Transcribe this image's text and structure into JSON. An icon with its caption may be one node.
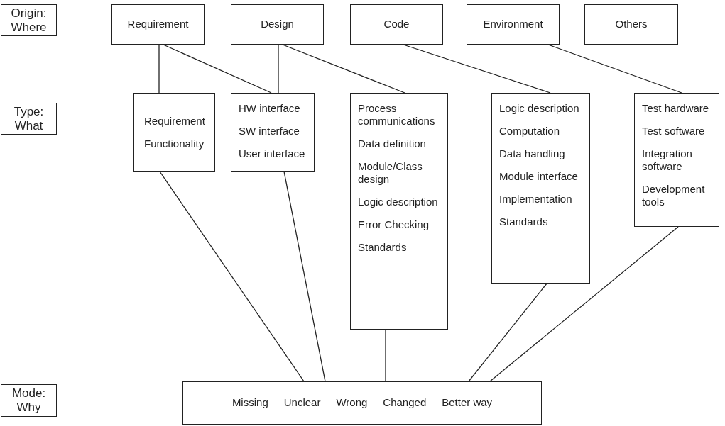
{
  "diagram": {
    "nodes": [
      {
        "text": [
          "Origin: Where"
        ]
      },
      {
        "text": [
          "Requirement"
        ]
      },
      {
        "text": [
          "Design"
        ]
      },
      {
        "text": [
          "Code"
        ]
      },
      {
        "text": [
          "Environment"
        ]
      },
      {
        "text": [
          "Others"
        ]
      },
      {
        "text": [
          "Type: What"
        ]
      },
      {
        "text": [
          "Requirement",
          "Functionality"
        ]
      },
      {
        "text": [
          "HW interface",
          "SW interface",
          "User interface"
        ]
      },
      {
        "text": [
          "Process communications",
          "Data definition",
          "Module/Class design",
          "Logic description",
          "Error Checking",
          "Standards"
        ]
      },
      {
        "text": [
          "Logic description",
          "Computation",
          "Data handling",
          "Module interface",
          "Implementation",
          "Standards"
        ]
      },
      {
        "text": [
          "Test hardware",
          "Test software",
          "Integration software",
          "Development tools"
        ]
      },
      {
        "text": [
          "Mode: Why"
        ]
      },
      {
        "text": [
          "Missing",
          "Unclear",
          "Wrong",
          "Changed",
          "Better way"
        ]
      }
    ],
    "edges": [
      {
        "from": 1,
        "to": 7,
        "arrow": "none"
      },
      {
        "from": 1,
        "to": 8,
        "arrow": "none"
      },
      {
        "from": 2,
        "to": 8,
        "arrow": "none"
      },
      {
        "from": 2,
        "to": 9,
        "arrow": "none"
      },
      {
        "from": 3,
        "to": 10,
        "arrow": "none"
      },
      {
        "from": 4,
        "to": 11,
        "arrow": "none"
      },
      {
        "from": 7,
        "to": 13,
        "arrow": "none"
      },
      {
        "from": 8,
        "to": 13,
        "arrow": "none"
      },
      {
        "from": 9,
        "to": 13,
        "arrow": "none"
      },
      {
        "from": 10,
        "to": 13,
        "arrow": "none"
      },
      {
        "from": 11,
        "to": 13,
        "arrow": "none"
      }
    ]
  }
}
